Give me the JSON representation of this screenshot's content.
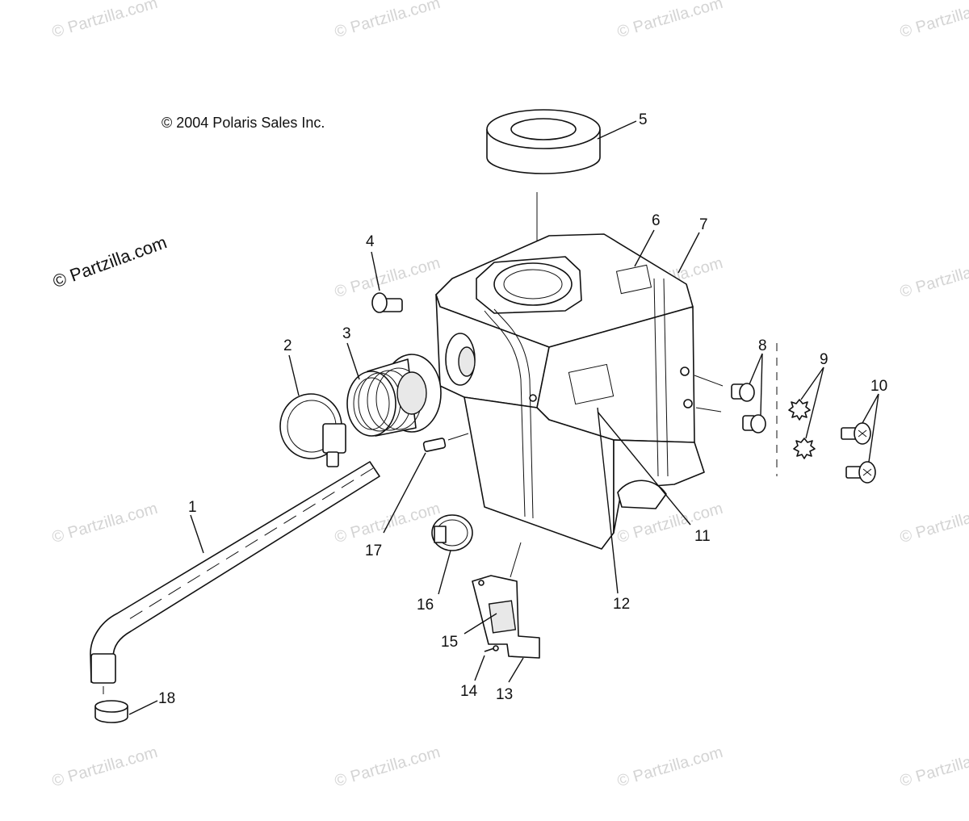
{
  "copyright": "© 2004 Polaris Sales Inc.",
  "watermark": "© Partzilla.com",
  "watermark_prominent": "© Partzilla.com",
  "callouts": [
    {
      "id": "1",
      "label": "1"
    },
    {
      "id": "2",
      "label": "2"
    },
    {
      "id": "3",
      "label": "3"
    },
    {
      "id": "4",
      "label": "4"
    },
    {
      "id": "5",
      "label": "5"
    },
    {
      "id": "6",
      "label": "6"
    },
    {
      "id": "7",
      "label": "7"
    },
    {
      "id": "8",
      "label": "8"
    },
    {
      "id": "9",
      "label": "9"
    },
    {
      "id": "10",
      "label": "10"
    },
    {
      "id": "11",
      "label": "11"
    },
    {
      "id": "12",
      "label": "12"
    },
    {
      "id": "13",
      "label": "13"
    },
    {
      "id": "14",
      "label": "14"
    },
    {
      "id": "15",
      "label": "15"
    },
    {
      "id": "16",
      "label": "16"
    },
    {
      "id": "17",
      "label": "17"
    },
    {
      "id": "18",
      "label": "18"
    }
  ]
}
